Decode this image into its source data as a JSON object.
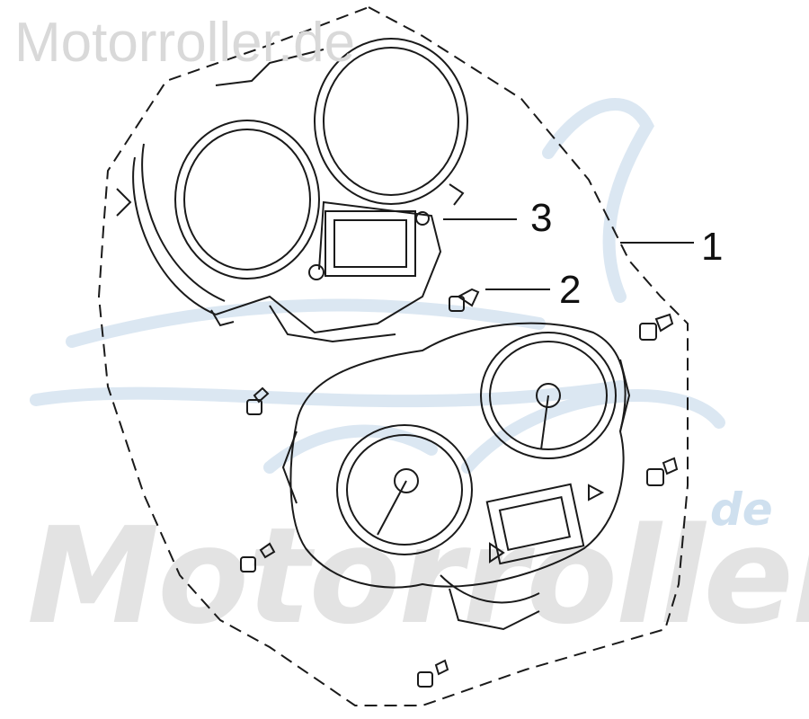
{
  "watermark": {
    "top_text": "Motorroller.de",
    "big_text": "Motorroller",
    "de_text": "de"
  },
  "callouts": [
    "1",
    "2",
    "3"
  ],
  "colors": {
    "line": "#1a1a1a",
    "watermark_gray": "#d9d9d9",
    "watermark_blue": "#cfe0ef"
  }
}
